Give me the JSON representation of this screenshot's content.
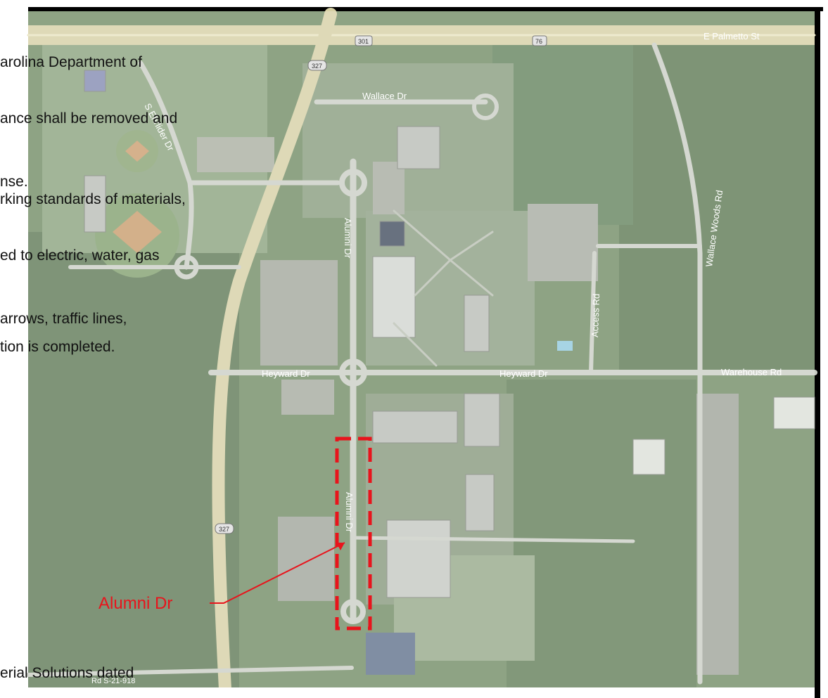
{
  "notes": [
    "arolina Department of",
    "ance shall be removed and",
    "nse.",
    "rking standards of materials,",
    "ed to electric, water, gas",
    "arrows, traffic lines,",
    "tion is completed.",
    "erial Solutions dated"
  ],
  "roads": {
    "e_palmetto": "E Palmetto St",
    "wallace_dr": "Wallace Dr",
    "s_ehrlich_dr": "S Ehrlider Dr",
    "alumni_dr_north": "Alumni Dr",
    "alumni_dr_south": "Alumni Dr",
    "heyward_dr_west": "Heyward Dr",
    "heyward_dr_east": "Heyward Dr",
    "warehouse_rd": "Warehouse Rd",
    "access_rd": "Access Rd",
    "wallace_woods_rd": "Wallace Woods Rd",
    "bottom_road": "Rd S-21-918"
  },
  "shields": {
    "us301": "301",
    "us76": "76",
    "sc327_north": "327",
    "sc327_south": "327"
  },
  "callout": {
    "label": "Alumni Dr",
    "color": "#e8141c"
  }
}
